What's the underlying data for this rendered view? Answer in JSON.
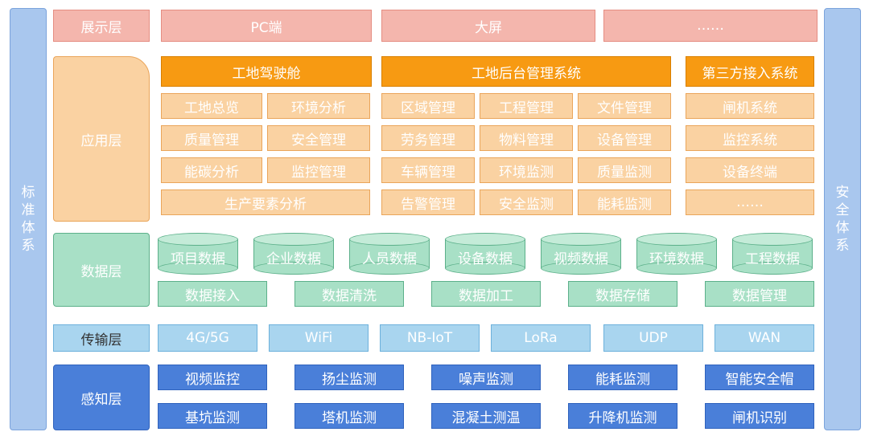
{
  "side": {
    "left": [
      "标",
      "准",
      "体",
      "系"
    ],
    "right": [
      "安",
      "全",
      "体",
      "系"
    ]
  },
  "display": {
    "label": "展示层",
    "items": [
      "PC端",
      "大屏",
      "……"
    ]
  },
  "app": {
    "label": "应用层",
    "headers": [
      "工地驾驶舱",
      "工地后台管理系统",
      "第三方接入系统"
    ],
    "cockpit": [
      "工地总览",
      "环境分析",
      "质量管理",
      "安全管理",
      "能碳分析",
      "监控管理",
      "生产要素分析"
    ],
    "backend": [
      "区域管理",
      "工程管理",
      "文件管理",
      "劳务管理",
      "物料管理",
      "设备管理",
      "车辆管理",
      "环境监测",
      "质量监测",
      "告警管理",
      "安全监测",
      "能耗监测"
    ],
    "third": [
      "闸机系统",
      "监控系统",
      "设备终端",
      "……"
    ]
  },
  "data": {
    "label": "数据层",
    "stores": [
      "项目数据",
      "企业数据",
      "人员数据",
      "设备数据",
      "视频数据",
      "环境数据",
      "工程数据"
    ],
    "ops": [
      "数据接入",
      "数据清洗",
      "数据加工",
      "数据存储",
      "数据管理"
    ]
  },
  "transport": {
    "label": "传输层",
    "items": [
      "4G/5G",
      "WiFi",
      "NB-IoT",
      "LoRa",
      "UDP",
      "WAN"
    ]
  },
  "perception": {
    "label": "感知层",
    "items": [
      "视频监控",
      "扬尘监测",
      "噪声监测",
      "能耗监测",
      "智能安全帽",
      "基坑监测",
      "塔机监测",
      "混凝土测温",
      "升降机监测",
      "闸机识别"
    ]
  },
  "colors": {
    "side": "#a9c7ee",
    "display": "#f4b6ad",
    "app_label": "#fad2a2",
    "app_header": "#f79a12",
    "app_item": "#fad2a2",
    "data": "#a8e0c6",
    "transport": "#a9d5ef",
    "perception": "#4a7fd9"
  }
}
